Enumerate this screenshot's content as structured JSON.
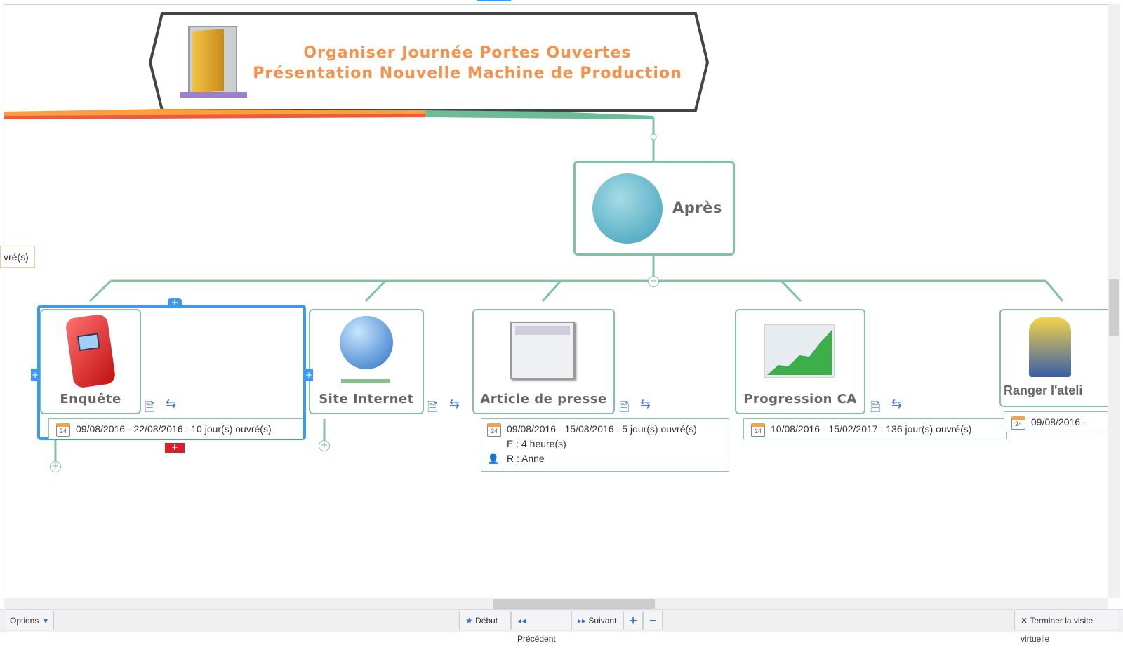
{
  "header": {
    "line1": "Organiser Journée Portes Ouvertes",
    "line2": "Présentation Nouvelle Machine de Production"
  },
  "left_partial": "vré(s)",
  "apres": {
    "label": "Après"
  },
  "nodes": [
    {
      "label": "Enquête",
      "date": "09/08/2016 - 22/08/2016 : 10 jour(s) ouvré(s)"
    },
    {
      "label": "Site Internet"
    },
    {
      "label": "Article de presse",
      "date": "09/08/2016 - 15/08/2016 : 5 jour(s) ouvré(s)",
      "effort": "E : 4 heure(s)",
      "resource": "R : Anne"
    },
    {
      "label": "Progression CA",
      "date": "10/08/2016 - 15/02/2017 : 136 jour(s) ouvré(s)"
    },
    {
      "label": "Ranger l'ateli",
      "date": "09/08/2016 -"
    }
  ],
  "calendar_day": "24",
  "toolbar": {
    "options": "Options",
    "start": "Début",
    "prev": "Précédent",
    "next": "Suivant",
    "end_tour": "Terminer la visite virtuelle"
  },
  "colors": {
    "accent": "#f7904a",
    "branch": "#7fc3a3",
    "selection": "#3d98f4"
  }
}
